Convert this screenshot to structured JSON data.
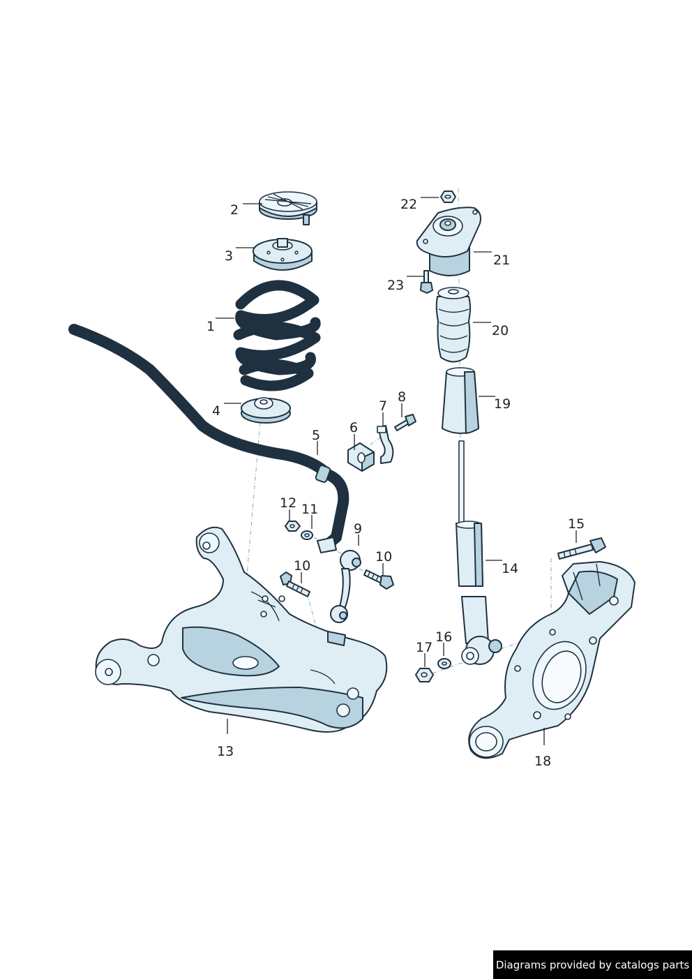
{
  "labels": [
    {
      "id": "1",
      "text": "1"
    },
    {
      "id": "2",
      "text": "2"
    },
    {
      "id": "3",
      "text": "3"
    },
    {
      "id": "4",
      "text": "4"
    },
    {
      "id": "5",
      "text": "5"
    },
    {
      "id": "6",
      "text": "6"
    },
    {
      "id": "7",
      "text": "7"
    },
    {
      "id": "8",
      "text": "8"
    },
    {
      "id": "9",
      "text": "9"
    },
    {
      "id": "10a",
      "text": "10"
    },
    {
      "id": "10b",
      "text": "10"
    },
    {
      "id": "11",
      "text": "11"
    },
    {
      "id": "12",
      "text": "12"
    },
    {
      "id": "13",
      "text": "13"
    },
    {
      "id": "14",
      "text": "14"
    },
    {
      "id": "15",
      "text": "15"
    },
    {
      "id": "16",
      "text": "16"
    },
    {
      "id": "17",
      "text": "17"
    },
    {
      "id": "18",
      "text": "18"
    },
    {
      "id": "19",
      "text": "19"
    },
    {
      "id": "20",
      "text": "20"
    },
    {
      "id": "21",
      "text": "21"
    },
    {
      "id": "22",
      "text": "22"
    },
    {
      "id": "23",
      "text": "23"
    }
  ],
  "footer": {
    "text": "Diagrams provided by catalogs parts"
  },
  "colors": {
    "part_fill": "#dfeef5",
    "part_shade": "#b7d3e0",
    "outline": "#1f3140",
    "footer_bg": "#000000"
  }
}
